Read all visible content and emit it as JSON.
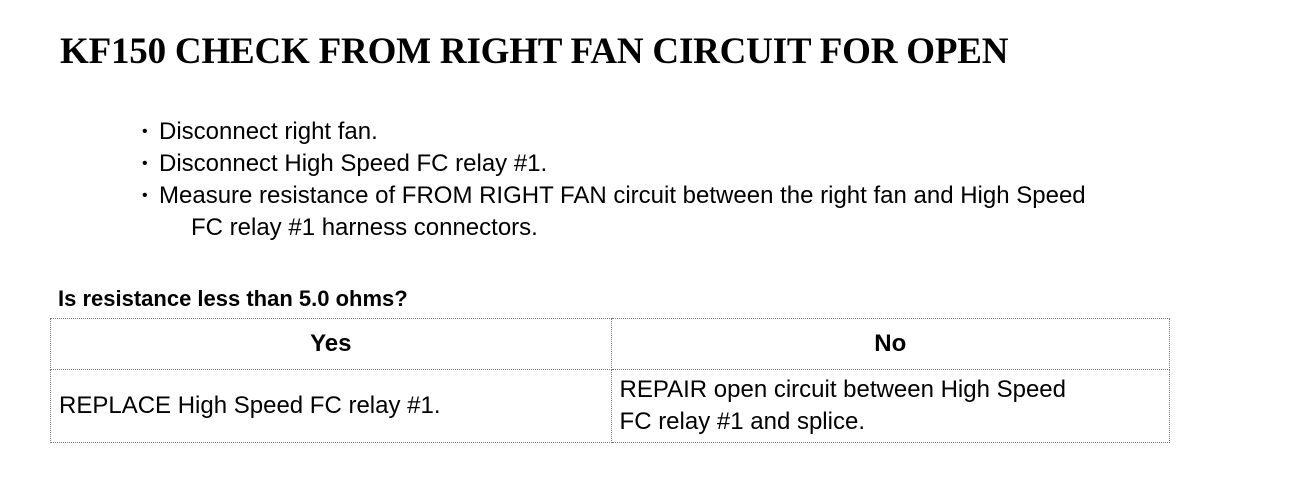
{
  "title": "KF150 CHECK FROM RIGHT FAN CIRCUIT FOR OPEN",
  "bullet_symbol": "•",
  "steps": [
    {
      "line1": "Disconnect right fan.",
      "line2": ""
    },
    {
      "line1": "Disconnect High Speed FC relay #1.",
      "line2": ""
    },
    {
      "line1": "Measure resistance of FROM RIGHT FAN circuit between the right fan and High Speed",
      "line2": "FC relay #1 harness connectors."
    }
  ],
  "question": "Is resistance less than 5.0 ohms?",
  "table": {
    "headers": {
      "yes": "Yes",
      "no": "No"
    },
    "yes_action": "REPLACE High Speed FC relay #1.",
    "no_action_line1": "REPAIR open circuit between High Speed",
    "no_action_line2": "FC relay #1 and splice."
  }
}
